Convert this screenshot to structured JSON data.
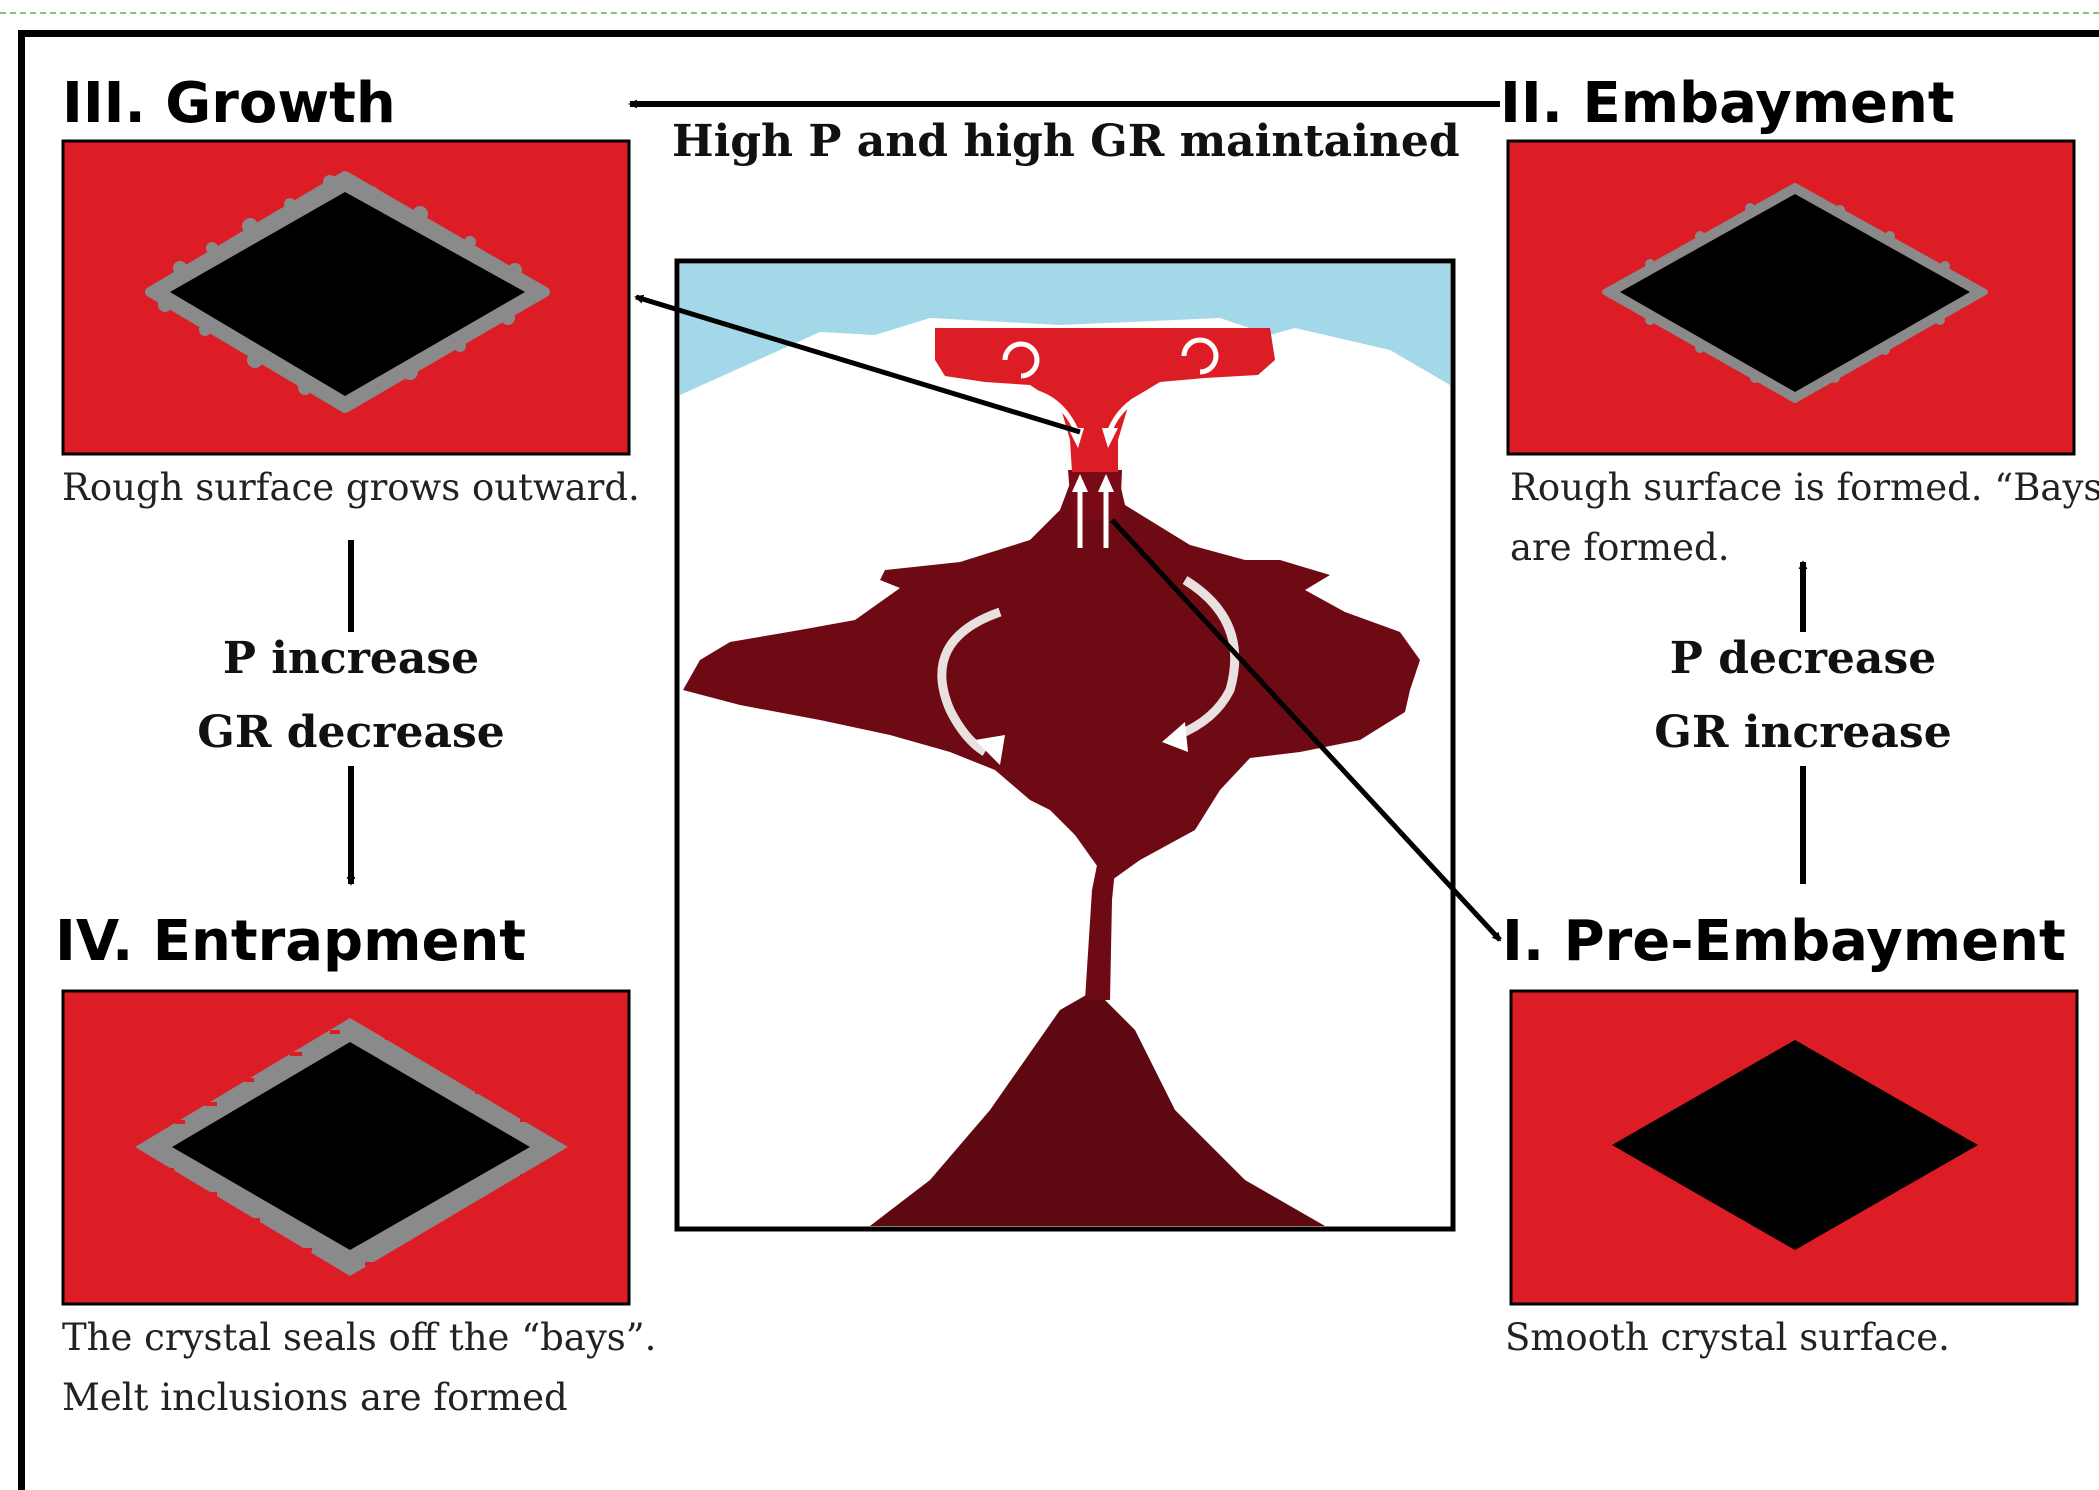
{
  "stages": {
    "growth": {
      "title": "III. Growth",
      "caption": "Rough surface grows outward."
    },
    "embayment": {
      "title": "II. Embayment",
      "caption_line1": "Rough surface is formed. “Bays”",
      "caption_line2": "are formed."
    },
    "entrapment": {
      "title": "IV. Entrapment",
      "caption_line1": "The crystal seals off the “bays”.",
      "caption_line2": "Melt inclusions are formed"
    },
    "pre_embayment": {
      "title": "I. Pre-Embayment",
      "caption": "Smooth crystal surface."
    }
  },
  "transitions": {
    "top": "High P and high GR maintained",
    "left_line1": "P increase",
    "left_line2": "GR decrease",
    "right_line1": "P decrease",
    "right_line2": "GR increase"
  },
  "colors": {
    "melt_red": "#dc1d25",
    "crystal_black": "#000000",
    "rim_gray": "#8a8a8a",
    "magma_dark": "#6e0a14",
    "sky_blue": "#a3d8e8"
  }
}
